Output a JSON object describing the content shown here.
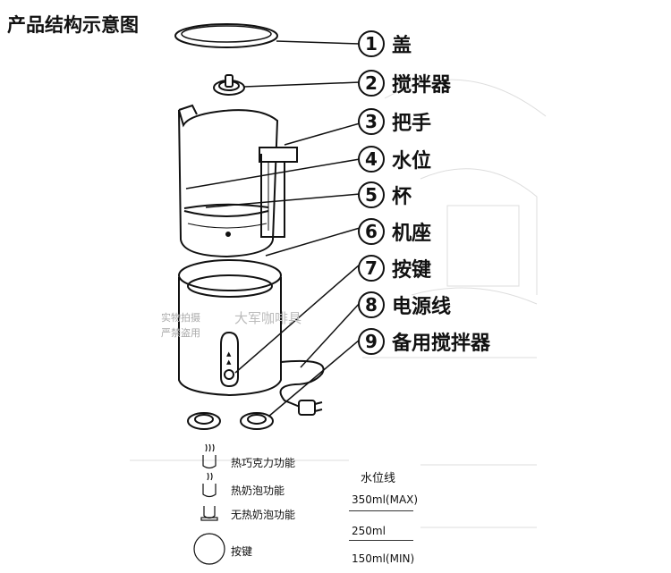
{
  "title": "产品结构示意图",
  "parts": [
    {
      "num": "1",
      "label": "盖"
    },
    {
      "num": "2",
      "label": "搅拌器"
    },
    {
      "num": "3",
      "label": "把手"
    },
    {
      "num": "4",
      "label": "水位"
    },
    {
      "num": "5",
      "label": "杯"
    },
    {
      "num": "6",
      "label": "机座"
    },
    {
      "num": "7",
      "label": "按键"
    },
    {
      "num": "8",
      "label": "电源线"
    },
    {
      "num": "9",
      "label": "备用搅拌器"
    }
  ],
  "functions": [
    {
      "label": "热巧克力功能",
      "icon": "hot-chocolate-icon"
    },
    {
      "label": "热奶泡功能",
      "icon": "hot-froth-icon"
    },
    {
      "label": "无热奶泡功能",
      "icon": "cold-froth-icon"
    },
    {
      "label": "按键",
      "icon": "button-circle-icon"
    }
  ],
  "water_level": {
    "title": "水位线",
    "marks": [
      "350ml(MAX)",
      "250ml",
      "150ml(MIN)"
    ]
  },
  "watermark": {
    "line1": "实物拍摄",
    "line2": "严禁盗用",
    "brand": "大军咖啡具"
  },
  "colors": {
    "ink": "#111111",
    "paper": "#ffffff",
    "faint": "#aaaaaa"
  }
}
